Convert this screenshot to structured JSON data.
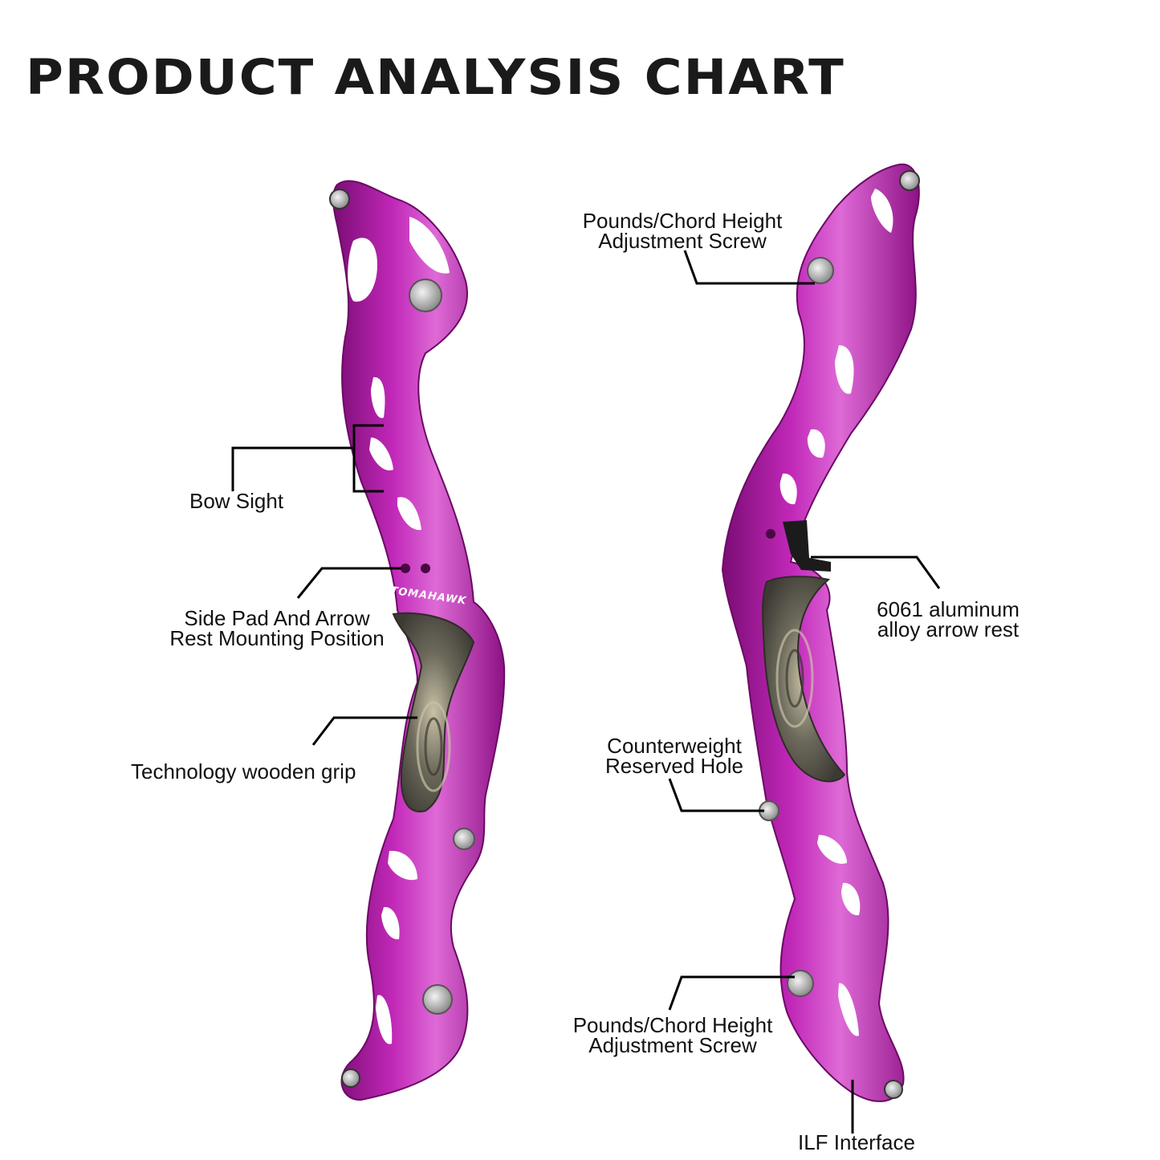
{
  "title": "PRODUCT ANALYSIS CHART",
  "brand_logo": "TOMAHAWK",
  "colors": {
    "riser": "#b01aa8",
    "riser_light": "#d95fd0",
    "riser_dark": "#7a0c74",
    "grip": "#8a8571",
    "metal": "#c8c8c8",
    "text": "#111111"
  },
  "labels": {
    "bow_sight": "Bow Sight",
    "side_pad_1": "Side Pad And Arrow",
    "side_pad_2": "Rest Mounting Position",
    "wooden_grip": "Technology wooden grip",
    "pounds_top_1": "Pounds/Chord Height",
    "pounds_top_2": "Adjustment Screw",
    "arrow_rest_1": "6061 aluminum",
    "arrow_rest_2": "alloy arrow rest",
    "counterweight_1": "Counterweight",
    "counterweight_2": "Reserved Hole",
    "pounds_bottom_1": "Pounds/Chord Height",
    "pounds_bottom_2": "Adjustment Screw",
    "ilf": "ILF Interface"
  }
}
